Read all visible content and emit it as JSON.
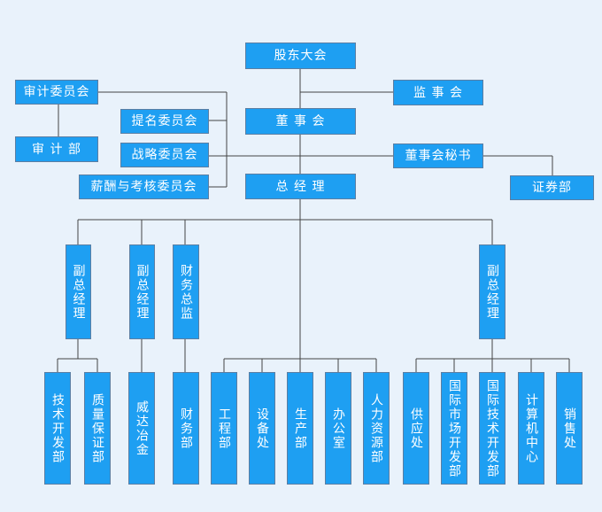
{
  "nodes": {
    "shareholders": "股东大会",
    "supervisors": "监 事 会",
    "audit_committee": "审计委员会",
    "audit_dept": "审 计 部",
    "nomination_committee": "提名委员会",
    "board": "董 事 会",
    "strategy_committee": "战略委员会",
    "board_secretary": "董事会秘书",
    "compensation_committee": "薪酬与考核委员会",
    "general_manager": "总 经 理",
    "securities_dept": "证券部",
    "vgm_1": "副总经理",
    "vgm_2": "副总经理",
    "cfo": "财务总监",
    "vgm_3": "副总经理",
    "tech_dev": "技术开发部",
    "quality": "质量保证部",
    "weida": "威达冶金",
    "finance": "财务部",
    "engineering": "工程部",
    "equipment": "设备处",
    "production": "生产部",
    "office": "办公室",
    "hr": "人力资源部",
    "supply": "供应处",
    "intl_market": "国际市场开发部",
    "intl_tech": "国际技术开发部",
    "computing": "计算机中心",
    "sales": "销售处"
  }
}
